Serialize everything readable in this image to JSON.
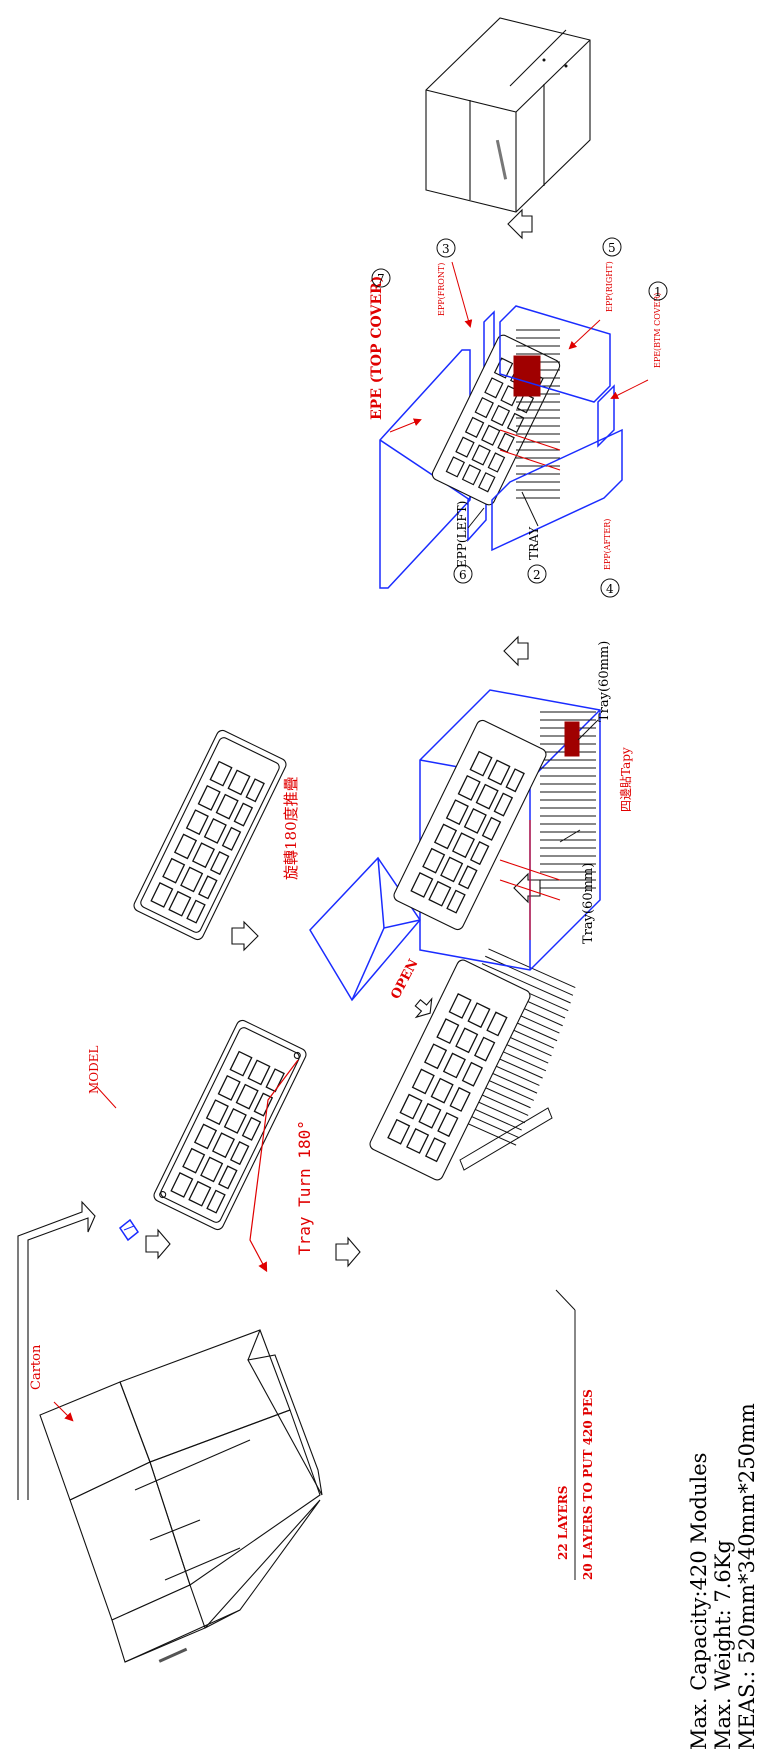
{
  "labels": {
    "carton": "Carton",
    "model": "MODEL",
    "tray_turn": "Tray Turn 180°",
    "rotate_stack": "旋轉180度推疊",
    "open": "OPEN",
    "layers_22": "22 LAYERS",
    "layers_put": "20 LAYERS TO PUT  420 PES",
    "tray_60_a": "Tray(60mm)",
    "tray_60_b": "Tray(60mm)",
    "four_side_tape": "四邊貼Tapy",
    "epe_top_cover": "EPE (TOP COVER)",
    "epp_front": "EPP(FRONT)",
    "epp_right": "EPP(RIGHT)",
    "epe_btm_cover": "EPE(BTM COVER)",
    "epp_left": "EPP(LEFT)",
    "tray": "TRAY",
    "epp_after": "EPP(AFTER)"
  },
  "callouts": {
    "n1": "1",
    "n2": "2",
    "n3": "3",
    "n4": "4",
    "n5": "5",
    "n6": "6",
    "n7": "7"
  },
  "specs": {
    "capacity": "Max. Capacity:420 Modules",
    "weight": "Max. Weight: 7.6Kg",
    "meas": "MEAS.: 520mm*340mm*250mm"
  },
  "colors": {
    "label_red": "#e00000",
    "outline_blue": "#1a2cff",
    "line_black": "#111111"
  }
}
